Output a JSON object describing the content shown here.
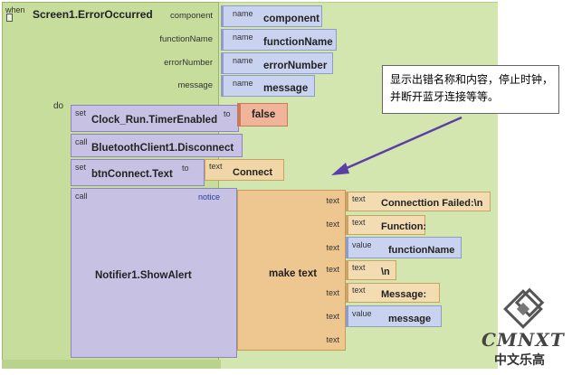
{
  "event": {
    "when_label": "when",
    "name": "Screen1.ErrorOccurred",
    "do_label": "do"
  },
  "params": [
    {
      "label": "component",
      "name_tag": "name",
      "value": "component"
    },
    {
      "label": "functionName",
      "name_tag": "name",
      "value": "functionName"
    },
    {
      "label": "errorNumber",
      "name_tag": "name",
      "value": "errorNumber"
    },
    {
      "label": "message",
      "name_tag": "name",
      "value": "message"
    }
  ],
  "statements": {
    "set1": {
      "kw": "set",
      "title": "Clock_Run.TimerEnabled",
      "to": "to",
      "value": "false"
    },
    "call1": {
      "kw": "call",
      "title": "BluetoothClient1.Disconnect"
    },
    "set2": {
      "kw": "set",
      "title": "btnConnect.Text",
      "to": "to",
      "text_kw": "text",
      "value": "Connect"
    },
    "call2": {
      "kw": "call",
      "title": "Notifier1.ShowAlert",
      "notice": "notice",
      "call_kw": "call"
    }
  },
  "make_text": {
    "label": "make text",
    "slot_label": "text",
    "items": [
      {
        "kind": "text",
        "tag": "text",
        "value": "Connecttion Failed:\\n"
      },
      {
        "kind": "text",
        "tag": "text",
        "value": "Function:"
      },
      {
        "kind": "value",
        "tag": "value",
        "value": "functionName"
      },
      {
        "kind": "text",
        "tag": "text",
        "value": "\\n"
      },
      {
        "kind": "text",
        "tag": "text",
        "value": "Message:"
      },
      {
        "kind": "value",
        "tag": "value",
        "value": "message"
      },
      {
        "kind": "empty",
        "tag": "",
        "value": ""
      }
    ]
  },
  "callout": {
    "text": "显示出错名称和内容，停止时钟，并断开蓝牙连接等等。"
  },
  "watermark": {
    "logo": "CMNXT",
    "sub": "中文乐高"
  },
  "colors": {
    "event_green": "#c6dd9c",
    "statement_purple": "#c7c2e4",
    "param_blue": "#c9d3ef",
    "text_orange": "#f1d7a8",
    "logic_red": "#f0b49a",
    "arrow": "#5b3ea6"
  }
}
